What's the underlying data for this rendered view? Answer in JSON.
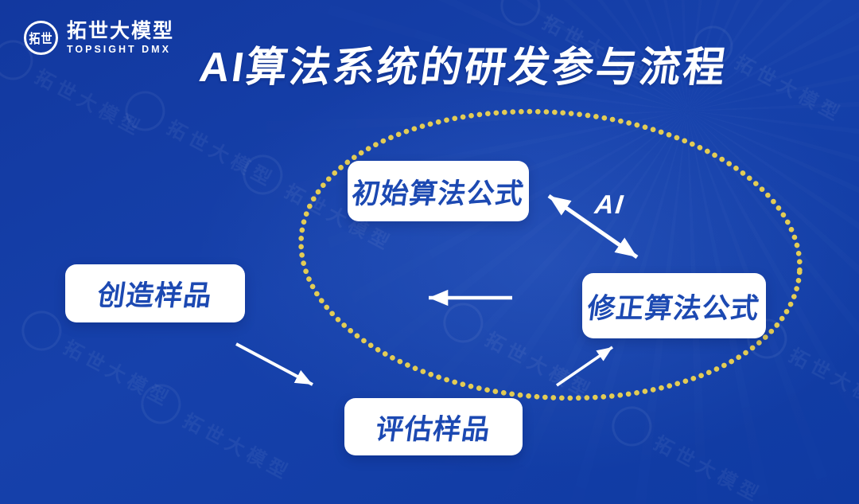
{
  "logo": {
    "seal_text": "拓世",
    "brand_cn": "拓世大模型",
    "brand_en": "TOPSIGHT DMX"
  },
  "title": "AI算法系统的研发参与流程",
  "diagram": {
    "ai_label": "AI",
    "nodes": {
      "initial_formula": {
        "label": "初始算法公式"
      },
      "revised_formula": {
        "label": "修正算法公式"
      },
      "create_sample": {
        "label": "创造样品"
      },
      "evaluate_sample": {
        "label": "评估样品"
      }
    },
    "edges": [
      {
        "from": "initial_formula",
        "to": "revised_formula",
        "bidirectional": true,
        "label": "AI"
      },
      {
        "from": "revised_formula",
        "to": "create_sample",
        "bidirectional": false,
        "label": ""
      },
      {
        "from": "create_sample",
        "to": "evaluate_sample",
        "bidirectional": false,
        "label": ""
      },
      {
        "from": "evaluate_sample",
        "to": "revised_formula",
        "bidirectional": false,
        "label": ""
      }
    ]
  },
  "colors": {
    "background": "#12389f",
    "background_light": "#1641ab",
    "box_bg": "#ffffff",
    "box_text": "#1c49b2",
    "dot_yellow": "#e3cc55",
    "arrow_white": "#ffffff",
    "title_white": "#ffffff"
  }
}
